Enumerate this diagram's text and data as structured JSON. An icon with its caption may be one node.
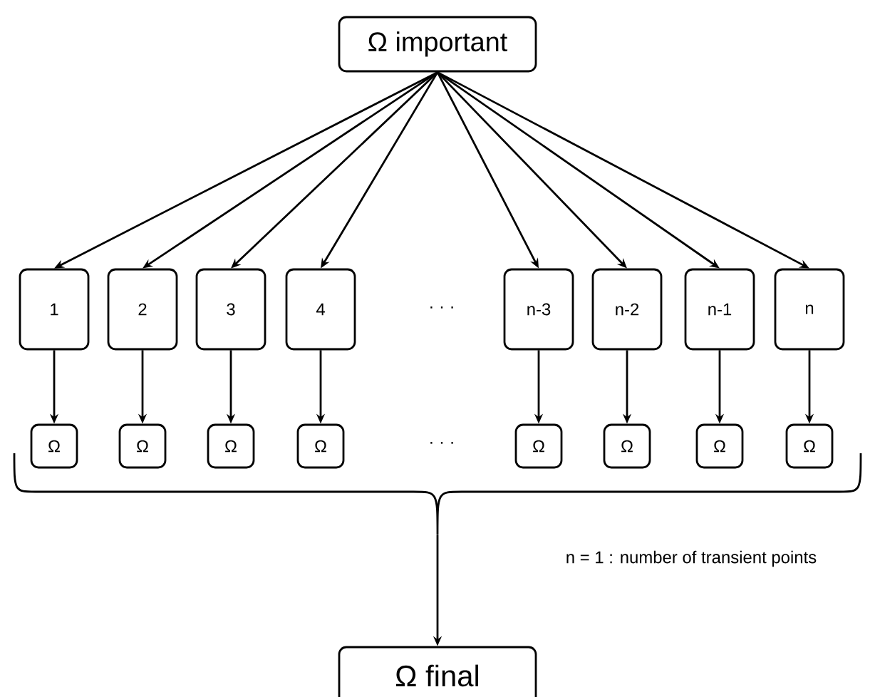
{
  "diagram": {
    "nodes": [
      {
        "text": [
          "Ω important"
        ]
      },
      {
        "text": [
          "1"
        ]
      },
      {
        "text": [
          "2"
        ]
      },
      {
        "text": [
          "3"
        ]
      },
      {
        "text": [
          "4"
        ]
      },
      {
        "text": [
          "n-3"
        ]
      },
      {
        "text": [
          "n-2"
        ]
      },
      {
        "text": [
          "n-1"
        ]
      },
      {
        "text": [
          "n"
        ]
      },
      {
        "text": [
          "Ω"
        ]
      },
      {
        "text": [
          "Ω"
        ]
      },
      {
        "text": [
          "Ω"
        ]
      },
      {
        "text": [
          "Ω"
        ]
      },
      {
        "text": [
          "Ω"
        ]
      },
      {
        "text": [
          "Ω"
        ]
      },
      {
        "text": [
          "Ω"
        ]
      },
      {
        "text": [
          "Ω"
        ]
      },
      {
        "text": [],
        "shape": "brace"
      },
      {
        "text": [
          "Ω final"
        ]
      }
    ],
    "edges": [
      {
        "from": 0,
        "to": 1,
        "arrow": "to"
      },
      {
        "from": 0,
        "to": 2,
        "arrow": "to"
      },
      {
        "from": 0,
        "to": 3,
        "arrow": "to"
      },
      {
        "from": 0,
        "to": 4,
        "arrow": "to"
      },
      {
        "from": 0,
        "to": 5,
        "arrow": "to"
      },
      {
        "from": 0,
        "to": 6,
        "arrow": "to"
      },
      {
        "from": 0,
        "to": 7,
        "arrow": "to"
      },
      {
        "from": 0,
        "to": 8,
        "arrow": "to"
      },
      {
        "from": 1,
        "to": 9,
        "arrow": "to"
      },
      {
        "from": 2,
        "to": 10,
        "arrow": "to"
      },
      {
        "from": 3,
        "to": 11,
        "arrow": "to"
      },
      {
        "from": 4,
        "to": 12,
        "arrow": "to"
      },
      {
        "from": 5,
        "to": 13,
        "arrow": "to"
      },
      {
        "from": 6,
        "to": 14,
        "arrow": "to"
      },
      {
        "from": 7,
        "to": 15,
        "arrow": "to"
      },
      {
        "from": 8,
        "to": 16,
        "arrow": "to"
      },
      {
        "from": 17,
        "to": 18,
        "arrow": "to"
      }
    ],
    "labels": [
      "· · ·",
      "· · ·",
      "n = 1 : number of transient points"
    ]
  }
}
